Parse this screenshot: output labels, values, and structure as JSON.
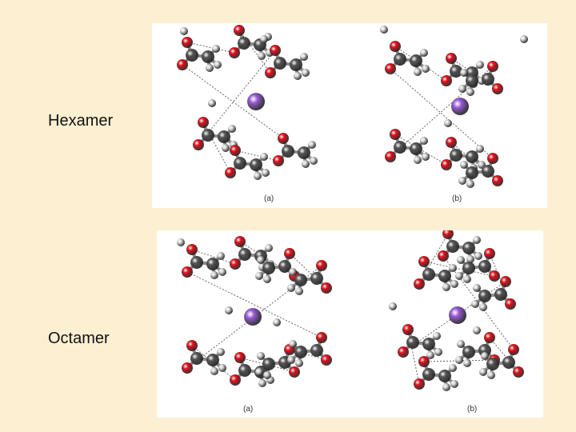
{
  "rows": [
    {
      "label": "Hexamer",
      "panels": [
        {
          "sublabel": "(a)",
          "ion_color": "#9a5bd6"
        },
        {
          "sublabel": "(b)",
          "ion_color": "#9a5bd6"
        }
      ]
    },
    {
      "label": "Octamer",
      "panels": [
        {
          "sublabel": "(a)",
          "ion_color": "#9a5bd6"
        },
        {
          "sublabel": "(b)",
          "ion_color": "#9a5bd6"
        }
      ]
    }
  ],
  "atom_colors": {
    "carbon": "#555555",
    "oxygen": "#e8101c",
    "hydrogen": "#d9d9d9",
    "ion": "#9a5bd6"
  }
}
